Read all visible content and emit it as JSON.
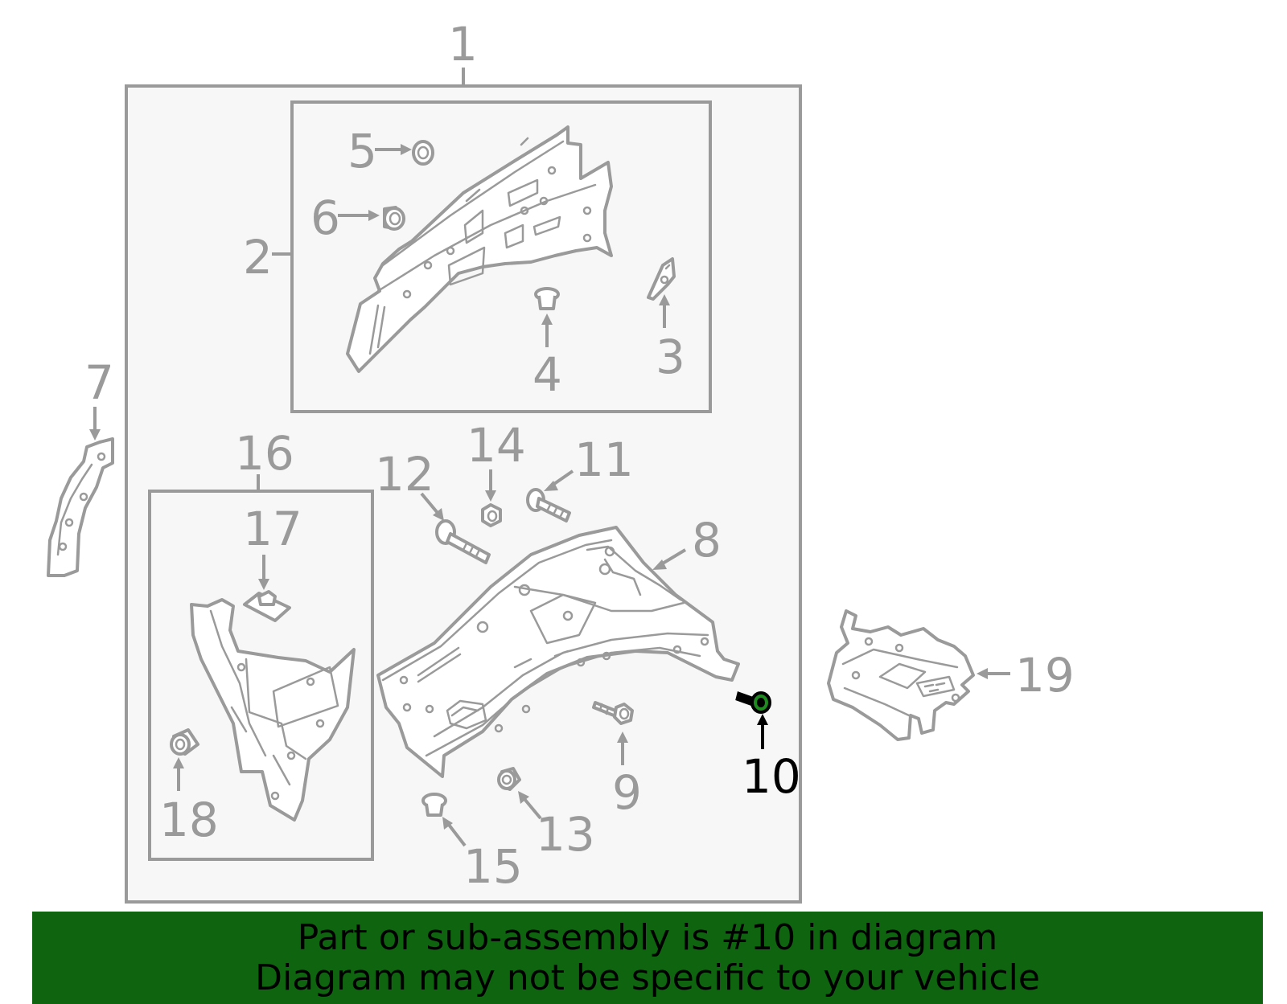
{
  "callouts": {
    "c1": "1",
    "c2": "2",
    "c3": "3",
    "c4": "4",
    "c5": "5",
    "c6": "6",
    "c7": "7",
    "c8": "8",
    "c9": "9",
    "c10": "10",
    "c11": "11",
    "c12": "12",
    "c13": "13",
    "c14": "14",
    "c15": "15",
    "c16": "16",
    "c17": "17",
    "c18": "18",
    "c19": "19"
  },
  "highlighted_part": "10",
  "colors": {
    "line": "#9a9a9a",
    "panel_background": "#f7f7f7",
    "highlight": "#000000",
    "highlight_part_fill": "#1f8a1f",
    "banner_background": "#0f650f"
  },
  "banner": {
    "line1": "Part or sub-assembly is #10 in diagram",
    "line2": "Diagram may not be specific to your vehicle"
  }
}
